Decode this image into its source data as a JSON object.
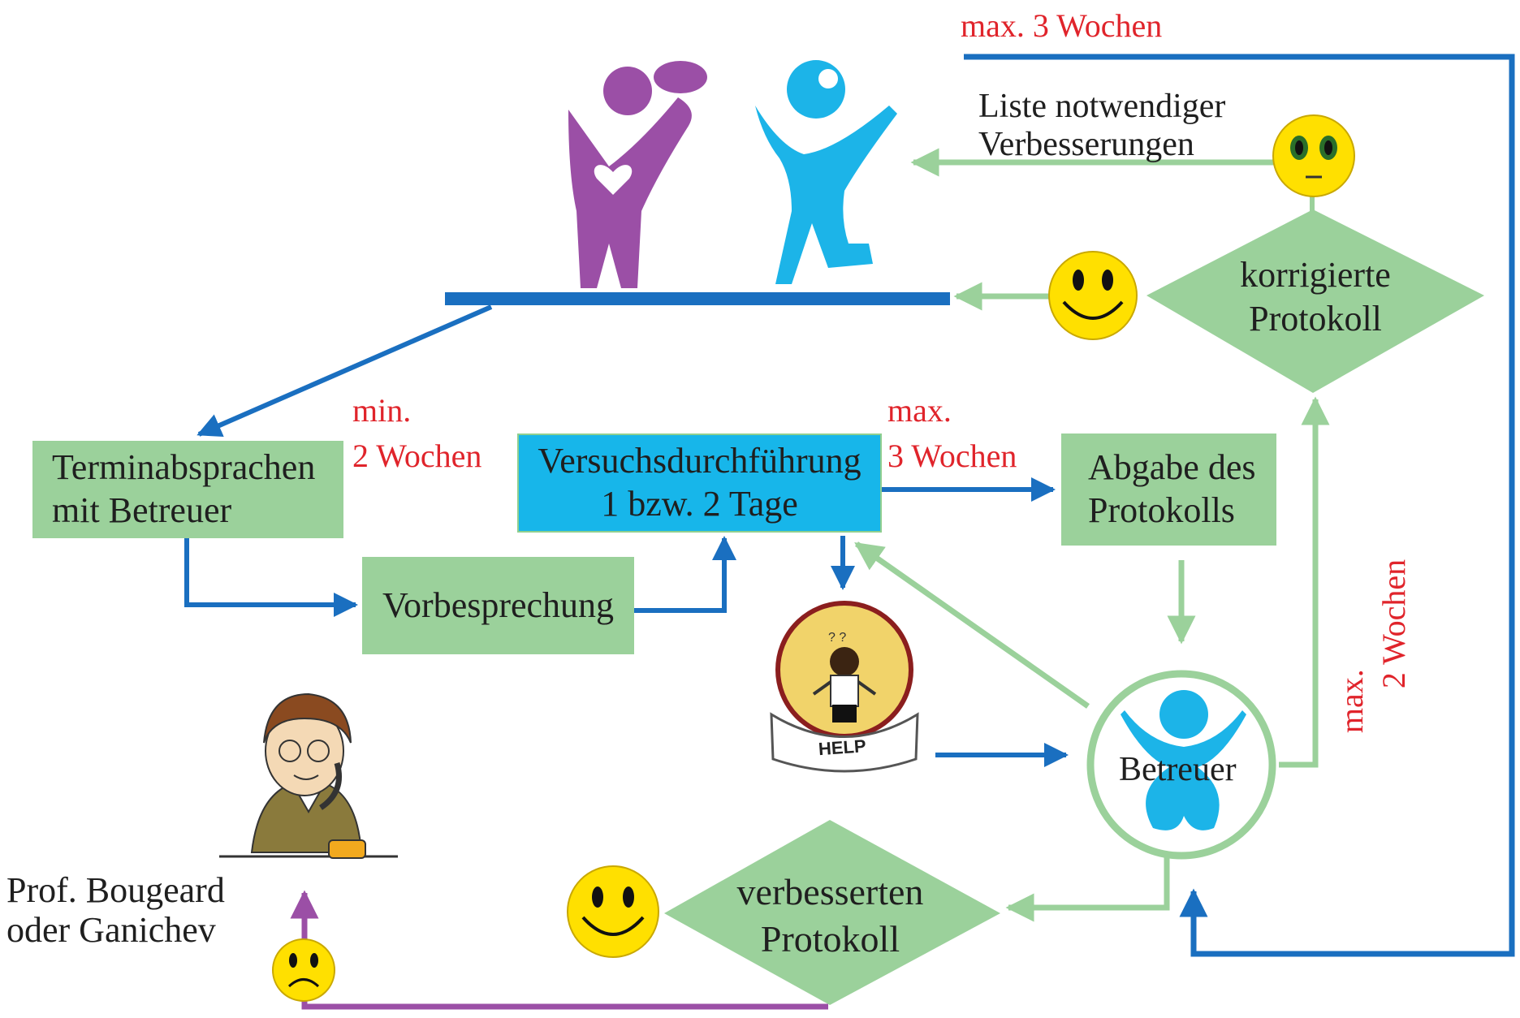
{
  "labels": {
    "max_3_wochen_top": "max. 3 Wochen",
    "liste_line1": "Liste notwendiger",
    "liste_line2": "Verbesserungen",
    "min_line1": "min.",
    "min_line2": "2 Wochen",
    "max_line1": "max.",
    "max_line2": "3 Wochen",
    "max2_line1": "max.",
    "max2_line2": "2 Wochen",
    "prof_line1": "Prof. Bougeard",
    "prof_line2": "oder Ganichev"
  },
  "boxes": {
    "termin_line1": "Terminabsprachen",
    "termin_line2": "mit Betreuer",
    "versuch_line1": "Versuchsdurchführung",
    "versuch_line2": "1 bzw. 2 Tage",
    "abgabe_line1": "Abgabe des",
    "abgabe_line2": "Protokolls",
    "vorbesprechung": "Vorbesprechung",
    "betreuer": "Betreuer",
    "help": "HELP"
  },
  "diamonds": {
    "korrigierte_line1": "korrigierte",
    "korrigierte_line2": "Protokoll",
    "verbesserten_line1": "verbesserten",
    "verbesserten_line2": "Protokoll"
  },
  "colors": {
    "blue": "#1a6fc0",
    "green": "#9bd19b",
    "cyan": "#17b6ea",
    "purple": "#9b4fa6",
    "red": "#e0242b",
    "smiley": "#ffe000"
  }
}
